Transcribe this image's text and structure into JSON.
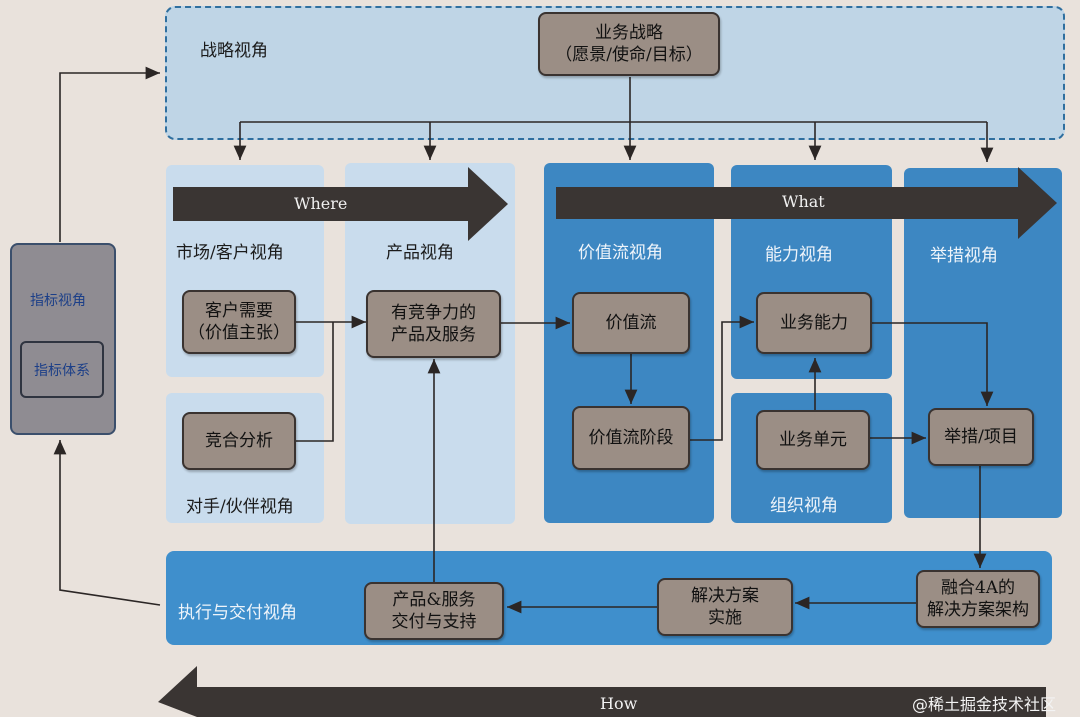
{
  "panels": {
    "strategy": "战略视角",
    "market": "市场/客户视角",
    "product": "产品视角",
    "value_stream": "价值流视角",
    "capability": "能力视角",
    "initiative": "举措视角",
    "competitor": "对手/伙伴视角",
    "organization": "组织视角",
    "execution": "执行与交付视角",
    "metric": "指标视角"
  },
  "arrows": {
    "where": "Where",
    "what": "What",
    "how": "How"
  },
  "nodes": {
    "business_strategy": [
      "业务战略",
      "（愿景/使命/目标）"
    ],
    "customer_needs": [
      "客户需要",
      "（价值主张）"
    ],
    "competitive_analysis": "竞合分析",
    "competitive_products": [
      "有竞争力的",
      "产品及服务"
    ],
    "value_stream": "价值流",
    "value_stream_stage": "价值流阶段",
    "business_capability": "业务能力",
    "business_unit": "业务单元",
    "initiative_project": "举措/项目",
    "solution_architecture": [
      "融合4A的",
      "解决方案架构"
    ],
    "solution_implementation": [
      "解决方案",
      "实施"
    ],
    "product_delivery": [
      "产品&服务",
      "交付与支持"
    ],
    "metric_system": "指标体系"
  },
  "watermark": "@稀土掘金技术社区",
  "colors": {
    "background": "#e9e2dc",
    "strategy_panel": "#bfd5e6",
    "lane_dark": "#3d87c2",
    "node_fill": "#9b8e85",
    "band_arrow": "#3a3533"
  }
}
